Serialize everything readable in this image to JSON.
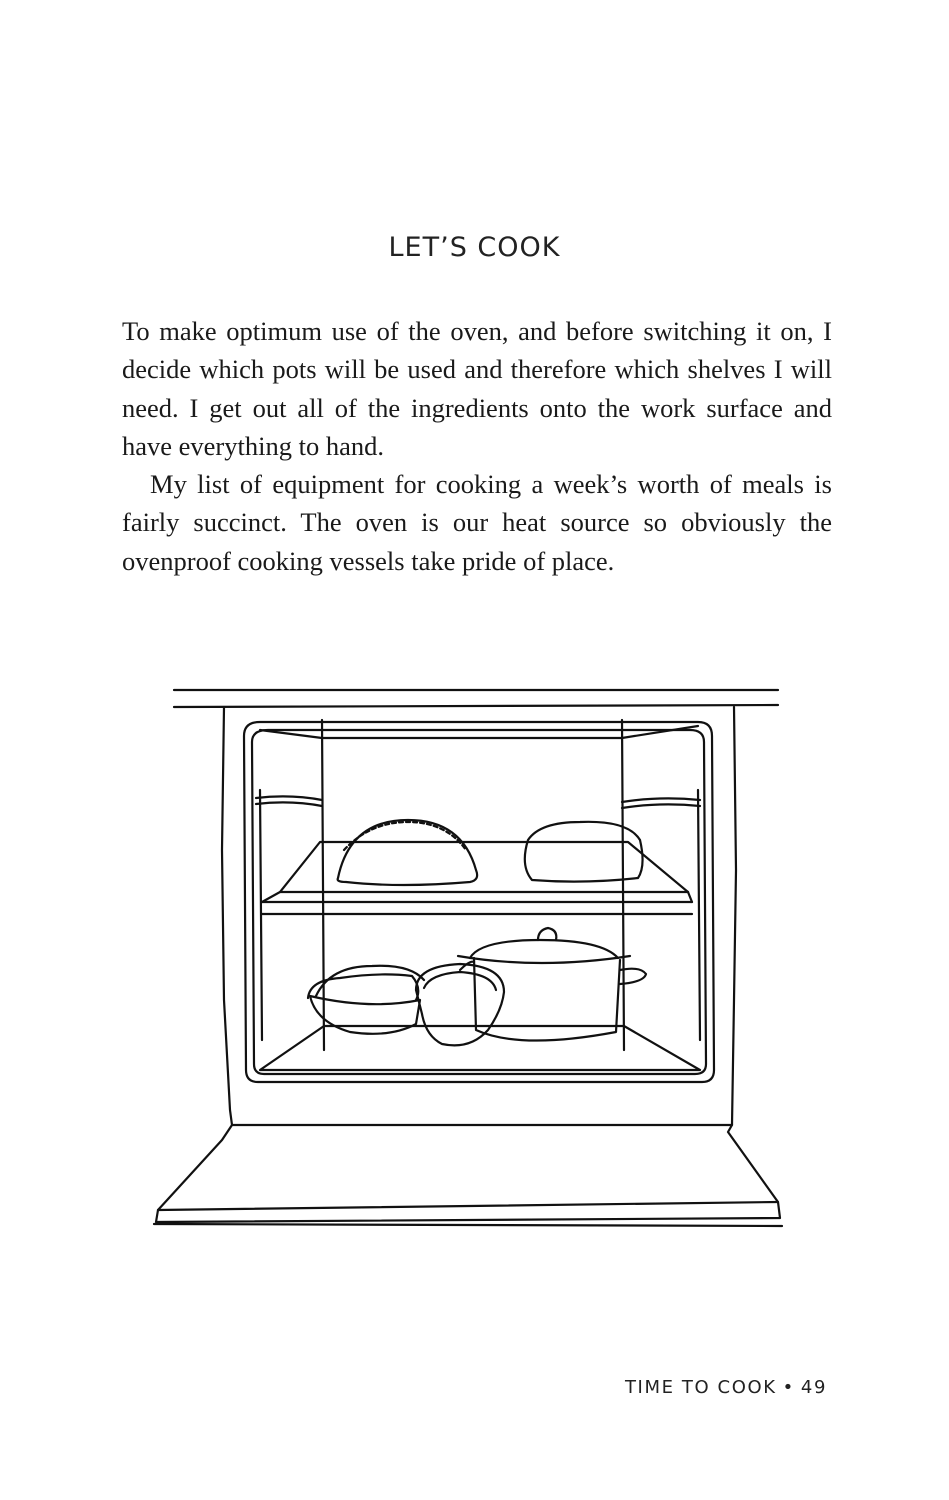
{
  "heading": "LET’S COOK",
  "paragraphs": [
    "To make optimum use of the oven, and before switching it on, I decide which pots will be used and therefore which shelves I will need. I get out all of the ingredients onto the work surface and have everything to hand.",
    "My list of equipment for cooking a week’s worth of meals is fairly succinct. The oven is our heat source so obviously the ovenproof cooking vessels take pride of place."
  ],
  "footer": {
    "section": "TIME TO COOK",
    "separator": "•",
    "page_number": "49"
  }
}
